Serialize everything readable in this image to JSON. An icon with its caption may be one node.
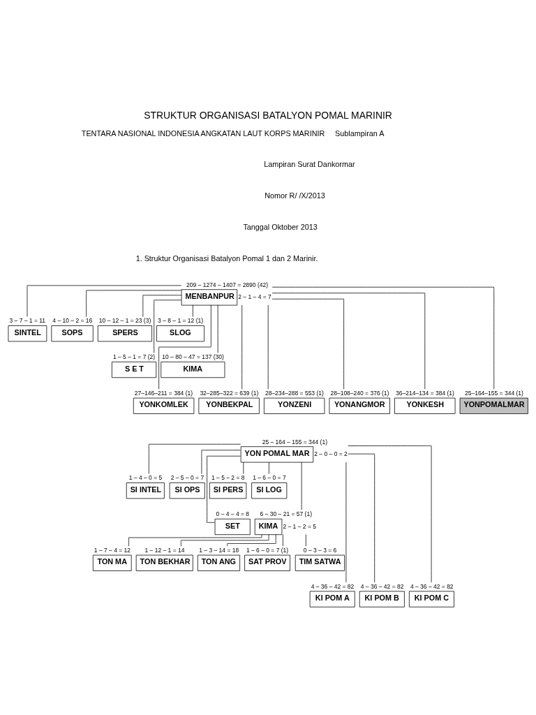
{
  "diagram": {
    "title": "STRUKTUR ORGANISASI BATALYON POMAL MARINIR",
    "nodes": [
      {
        "text": [
          "MENBANPUR"
        ],
        "beside": [
          "209 – 1274 – 1407 = 2890 (42)",
          "2 – 1 – 4 = 7"
        ]
      },
      {
        "text": [
          "SINTEL"
        ],
        "beside": [
          "3 – 7 – 1 = 11"
        ]
      },
      {
        "text": [
          "SOPS"
        ],
        "beside": [
          "4 – 10 – 2 = 16"
        ]
      },
      {
        "text": [
          "SPERS"
        ],
        "beside": [
          "10 – 12 – 1 = 23 (3)"
        ]
      },
      {
        "text": [
          "SLOG"
        ],
        "beside": [
          "3 – 8 – 1 = 12 (1)"
        ]
      },
      {
        "text": [
          "S E T"
        ],
        "beside": [
          "1 – 5 – 1 = 7 (2)"
        ]
      },
      {
        "text": [
          "KIMA"
        ],
        "beside": [
          "10 – 80 – 47 = 137 (30)"
        ]
      },
      {
        "text": [
          "YONKOMLEK"
        ],
        "beside": [
          "27–146–211 = 384 (1)"
        ]
      },
      {
        "text": [
          "YONBEKPAL"
        ],
        "beside": [
          "32–285–322 = 639 (1)"
        ]
      },
      {
        "text": [
          "YONZENI"
        ],
        "beside": [
          "28–234–288 = 553 (1)"
        ]
      },
      {
        "text": [
          "YONANGMOR"
        ],
        "beside": [
          "28–108–240 = 376 (1)"
        ]
      },
      {
        "text": [
          "YONKESH"
        ],
        "beside": [
          "36–214–134 = 384 (1)"
        ]
      },
      {
        "text": [
          "YONPOMALMAR"
        ],
        "beside": [
          "25–164–155 = 344 (1)"
        ]
      },
      {
        "text": [
          "YON POMAL MAR"
        ],
        "beside": [
          "25 – 164 – 155 = 344 (1)",
          "2 – 0 – 0 = 2"
        ]
      },
      {
        "text": [
          "SI INTEL"
        ],
        "beside": [
          "1 – 4 – 0 = 5"
        ]
      },
      {
        "text": [
          "SI OPS"
        ],
        "beside": [
          "2 – 5 – 0 = 7"
        ]
      },
      {
        "text": [
          "SI PERS"
        ],
        "beside": [
          "1 – 5 – 2 = 8"
        ]
      },
      {
        "text": [
          "SI LOG"
        ],
        "beside": [
          "1 – 6 – 0 = 7"
        ]
      },
      {
        "text": [
          "SET"
        ],
        "beside": [
          "0 – 4 – 4 = 8"
        ]
      },
      {
        "text": [
          "KIMA"
        ],
        "beside": [
          "6 – 30 – 21 = 57 (1)",
          "2 – 1 – 2 = 5"
        ]
      },
      {
        "text": [
          "TON MA"
        ],
        "beside": [
          "1 – 7 – 4 = 12"
        ]
      },
      {
        "text": [
          "TON BEKHAR"
        ],
        "beside": [
          "1 – 12 – 1 = 14"
        ]
      },
      {
        "text": [
          "TON ANG"
        ],
        "beside": [
          "1 – 3 – 14 = 18"
        ]
      },
      {
        "text": [
          "SAT PROV"
        ],
        "beside": [
          "1 – 6 – 0 = 7 (1)"
        ]
      },
      {
        "text": [
          "TIM SATWA"
        ],
        "beside": [
          "0 – 3 – 3 = 6"
        ]
      },
      {
        "text": [
          "KI POM A"
        ],
        "beside": [
          "4 – 36 – 42 = 82"
        ]
      },
      {
        "text": [
          "KI POM B"
        ],
        "beside": [
          "4 – 36 – 42 = 82"
        ]
      },
      {
        "text": [
          "KI POM C"
        ],
        "beside": [
          "4 – 36 – 42 = 82"
        ]
      }
    ],
    "edges": [
      {
        "from": 0,
        "to": 1,
        "arrow": "none"
      },
      {
        "from": 0,
        "to": 2,
        "arrow": "none"
      },
      {
        "from": 0,
        "to": 3,
        "arrow": "none"
      },
      {
        "from": 0,
        "to": 4,
        "arrow": "none"
      },
      {
        "from": 0,
        "to": 5,
        "arrow": "none"
      },
      {
        "from": 0,
        "to": 6,
        "arrow": "none"
      },
      {
        "from": 0,
        "to": 7,
        "arrow": "none"
      },
      {
        "from": 0,
        "to": 8,
        "arrow": "none"
      },
      {
        "from": 0,
        "to": 9,
        "arrow": "none"
      },
      {
        "from": 0,
        "to": 10,
        "arrow": "none"
      },
      {
        "from": 0,
        "to": 11,
        "arrow": "none"
      },
      {
        "from": 0,
        "to": 12,
        "arrow": "none"
      },
      {
        "from": 13,
        "to": 14,
        "arrow": "none"
      },
      {
        "from": 13,
        "to": 15,
        "arrow": "none"
      },
      {
        "from": 13,
        "to": 16,
        "arrow": "none"
      },
      {
        "from": 13,
        "to": 17,
        "arrow": "none"
      },
      {
        "from": 13,
        "to": 18,
        "arrow": "none"
      },
      {
        "from": 13,
        "to": 19,
        "arrow": "none"
      },
      {
        "from": 19,
        "to": 20,
        "arrow": "none"
      },
      {
        "from": 19,
        "to": 21,
        "arrow": "none"
      },
      {
        "from": 19,
        "to": 22,
        "arrow": "none"
      },
      {
        "from": 19,
        "to": 23,
        "arrow": "none"
      },
      {
        "from": 19,
        "to": 24,
        "arrow": "none"
      },
      {
        "from": 13,
        "to": 25,
        "arrow": "none"
      },
      {
        "from": 13,
        "to": 26,
        "arrow": "none"
      },
      {
        "from": 13,
        "to": 27,
        "arrow": "none"
      }
    ],
    "labels": [
      "TENTARA NASIONAL INDONESIA ANGKATAN LAUT KORPS MARINIR",
      "Sublampiran A",
      "Lampiran Surat Dankormar",
      "Nomor R/ /X/2013",
      "Tanggal Oktober 2013",
      "1. Struktur Organisasi Batalyon Pomal 1 dan 2 Marinir."
    ]
  }
}
